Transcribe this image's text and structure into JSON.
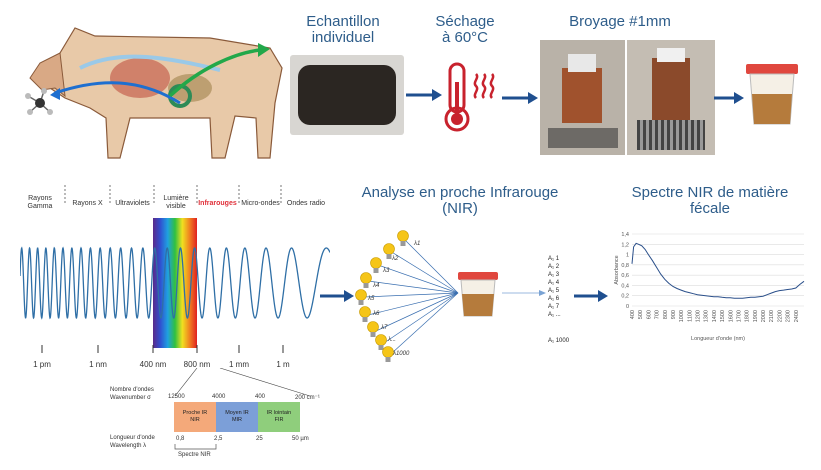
{
  "steps": {
    "sample_title": "Echantillon individuel",
    "drying_title_line1": "Séchage",
    "drying_title_line2": "à 60°C",
    "grinding_title": "Broyage #1mm",
    "nir_title_line1": "Analyse en proche Infrarouge",
    "nir_title_line2": "(NIR)",
    "spectrum_title_line1": "Spectre NIR de matière",
    "spectrum_title_line2": "fécale"
  },
  "em_spectrum": {
    "regions": [
      {
        "line1": "Rayons",
        "line2": "Gamma"
      },
      {
        "line1": "Rayons X",
        "line2": ""
      },
      {
        "line1": "Ultraviolets",
        "line2": ""
      },
      {
        "line1": "Lumière",
        "line2": "visible"
      },
      {
        "line1": "Infrarouges",
        "line2": ""
      },
      {
        "line1": "Micro-ondes",
        "line2": ""
      },
      {
        "line1": "Ondes radio",
        "line2": ""
      }
    ],
    "infrared_color": "#e0303a",
    "wavelength_ticks": [
      "1 pm",
      "1 nm",
      "400 nm",
      "800 nm",
      "1 mm",
      "1 m"
    ]
  },
  "ir_bands": {
    "wavenumber_label_fr": "Nombre d'ondes",
    "wavenumber_label_en": "Wavenumber σ",
    "wavenumber_ticks": [
      "12500",
      "4000",
      "400",
      "200 cm⁻¹"
    ],
    "bands": [
      {
        "line1": "Proche IR",
        "line2": "NIR",
        "color": "#f4a97a"
      },
      {
        "line1": "Moyen IR",
        "line2": "MIR",
        "color": "#7c9fd8"
      },
      {
        "line1": "IR lointain",
        "line2": "FIR",
        "color": "#8fce7c"
      }
    ],
    "wavelength_label_fr": "Longueur d'onde",
    "wavelength_label_en": "Wavelength λ",
    "wavelength_ticks": [
      "0,8",
      "2,5",
      "25",
      "50 µm"
    ],
    "nir_caption": "Spectre NIR"
  },
  "nir_analysis": {
    "lambdas": [
      "λ1",
      "λ2",
      "λ3",
      "λ4",
      "λ5",
      "λ6",
      "λ7",
      "λ...",
      "λ1000"
    ],
    "absorbances": [
      "A₁ 1",
      "A₁ 2",
      "A₁ 3",
      "A₁ 4",
      "A₁ 5",
      "A₁ 6",
      "A₁ 7",
      "A₁ ..."
    ],
    "absorbance_last": "A₁ 1000"
  },
  "chart_data": {
    "type": "line",
    "title": "Spectre NIR de matière fécale",
    "xlabel": "Longueur d'onde (nm)",
    "ylabel": "Absorbance",
    "ylim": [
      0,
      1.4
    ],
    "xlim": [
      400,
      2500
    ],
    "y_ticks": [
      "0",
      "0,2",
      "0,4",
      "0,6",
      "0,8",
      "1",
      "1,2",
      "1,4"
    ],
    "x_ticks": [
      "400",
      "500",
      "600",
      "700",
      "800",
      "900",
      "1000",
      "1100",
      "1200",
      "1300",
      "1400",
      "1500",
      "1600",
      "1700",
      "1800",
      "1900",
      "2000",
      "2100",
      "2200",
      "2300",
      "2400"
    ],
    "grid": true,
    "x": [
      400,
      420,
      450,
      480,
      520,
      560,
      600,
      650,
      700,
      750,
      800,
      850,
      900,
      950,
      1000,
      1050,
      1100,
      1150,
      1200,
      1250,
      1300,
      1350,
      1400,
      1450,
      1500,
      1550,
      1600,
      1650,
      1700,
      1750,
      1800,
      1850,
      1900,
      1950,
      2000,
      2050,
      2100,
      2150,
      2200,
      2250,
      2300,
      2350,
      2400,
      2450,
      2500
    ],
    "series": [
      {
        "values": [
          0.82,
          1.15,
          1.22,
          1.2,
          1.17,
          1.1,
          1.0,
          0.88,
          0.75,
          0.62,
          0.52,
          0.44,
          0.38,
          0.34,
          0.31,
          0.28,
          0.26,
          0.24,
          0.22,
          0.21,
          0.2,
          0.19,
          0.18,
          0.18,
          0.17,
          0.16,
          0.16,
          0.15,
          0.15,
          0.15,
          0.16,
          0.17,
          0.17,
          0.18,
          0.19,
          0.22,
          0.25,
          0.28,
          0.3,
          0.31,
          0.32,
          0.33,
          0.35,
          0.42,
          0.48
        ]
      }
    ],
    "line_color": "#2a4f8a"
  }
}
